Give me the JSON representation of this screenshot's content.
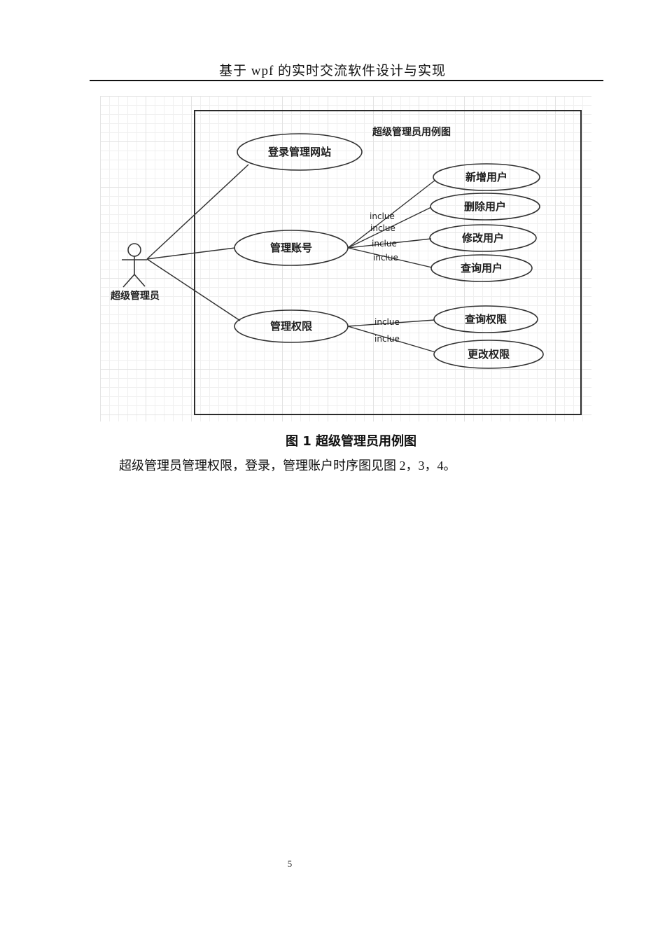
{
  "page": {
    "header_title": "基于 wpf 的实时交流软件设计与实现",
    "figure_caption": "图 1 超级管理员用例图",
    "body_text": "超级管理员管理权限，登录，管理账户时序图见图 2，3，4。",
    "page_number": "5"
  },
  "diagram": {
    "title": "超级管理员用例图",
    "actor": {
      "label": "超级管理员"
    },
    "use_cases": [
      {
        "id": "login-site",
        "label": "登录管理网站"
      },
      {
        "id": "manage-account",
        "label": "管理账号"
      },
      {
        "id": "manage-permission",
        "label": "管理权限"
      },
      {
        "id": "add-user",
        "label": "新增用户"
      },
      {
        "id": "delete-user",
        "label": "删除用户"
      },
      {
        "id": "modify-user",
        "label": "修改用户"
      },
      {
        "id": "query-user",
        "label": "查询用户"
      },
      {
        "id": "query-permission",
        "label": "查询权限"
      },
      {
        "id": "change-permission",
        "label": "更改权限"
      }
    ],
    "relations": [
      {
        "from": "超级管理员",
        "to": "登录管理网站",
        "label": ""
      },
      {
        "from": "超级管理员",
        "to": "管理账号",
        "label": ""
      },
      {
        "from": "超级管理员",
        "to": "管理权限",
        "label": ""
      },
      {
        "from": "管理账号",
        "to": "新增用户",
        "label": "inclue"
      },
      {
        "from": "管理账号",
        "to": "删除用户",
        "label": "inclue"
      },
      {
        "from": "管理账号",
        "to": "修改用户",
        "label": "inclue"
      },
      {
        "from": "管理账号",
        "to": "查询用户",
        "label": "inclue"
      },
      {
        "from": "管理权限",
        "to": "查询权限",
        "label": "inclue"
      },
      {
        "from": "管理权限",
        "to": "更改权限",
        "label": "inclue"
      }
    ]
  }
}
